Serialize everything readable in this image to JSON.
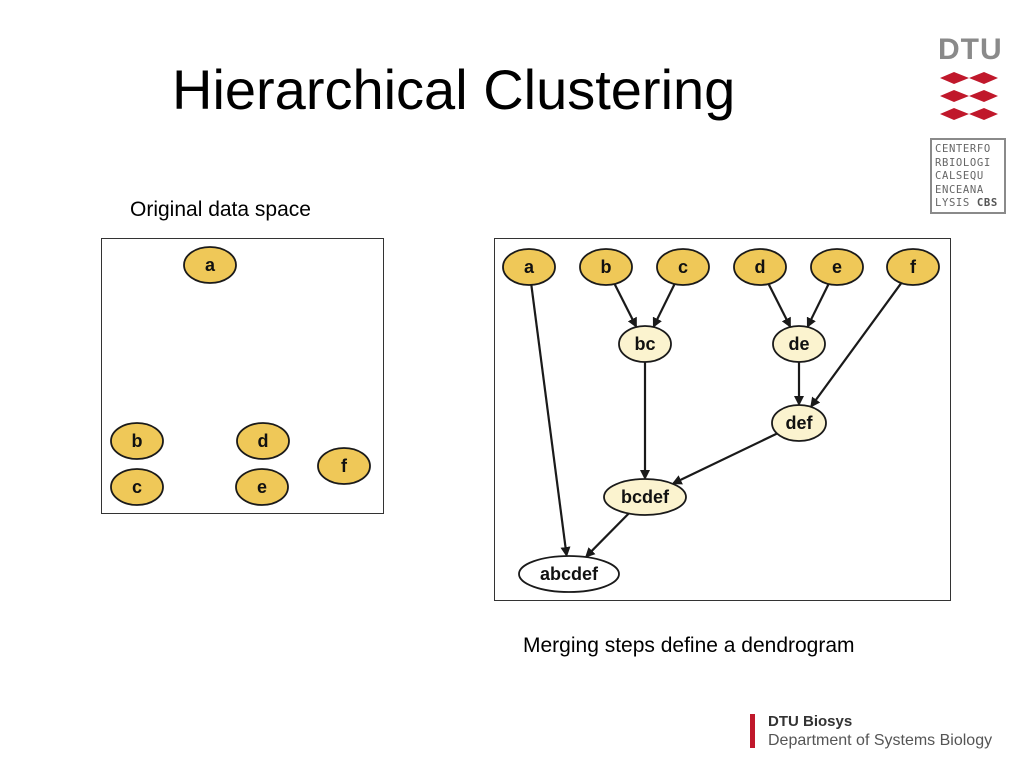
{
  "slide": {
    "title": "Hierarchical Clustering",
    "left_caption": "Original data space",
    "right_caption": "Merging steps define a dendrogram"
  },
  "colors": {
    "leaf_fill": "#EFC858",
    "merge_fill": "#FBF3CF",
    "root_fill": "#FFFFFF",
    "stroke": "#1a1a1a",
    "dtu_red": "#C0182B",
    "logo_gray": "#8A8A8A"
  },
  "data_space": {
    "points": [
      "a",
      "b",
      "c",
      "d",
      "e",
      "f"
    ]
  },
  "dendrogram": {
    "leaves": [
      "a",
      "b",
      "c",
      "d",
      "e",
      "f"
    ],
    "merges": [
      {
        "label": "bc",
        "children": [
          "b",
          "c"
        ]
      },
      {
        "label": "de",
        "children": [
          "d",
          "e"
        ]
      },
      {
        "label": "def",
        "children": [
          "de",
          "f"
        ]
      },
      {
        "label": "bcdef",
        "children": [
          "bc",
          "def"
        ]
      },
      {
        "label": "abcdef",
        "children": [
          "a",
          "bcdef"
        ]
      }
    ]
  },
  "logos": {
    "dtu": "DTU",
    "cbs_lines": [
      "CENTERFO",
      "RBIOLOGI",
      "CALSEQU",
      "ENCEANA",
      "LYSIS"
    ],
    "cbs_bold": "CBS"
  },
  "footer": {
    "org": "DTU Biosys",
    "department": "Department of Systems Biology"
  }
}
